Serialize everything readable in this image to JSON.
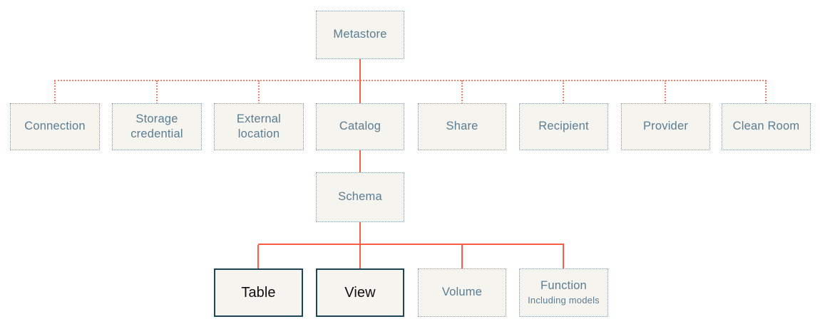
{
  "nodes": {
    "metastore": {
      "label": "Metastore"
    },
    "connection": {
      "label": "Connection"
    },
    "storage_credential": {
      "label": "Storage credential"
    },
    "external_location": {
      "label": "External location"
    },
    "catalog": {
      "label": "Catalog"
    },
    "share": {
      "label": "Share"
    },
    "recipient": {
      "label": "Recipient"
    },
    "provider": {
      "label": "Provider"
    },
    "clean_room": {
      "label": "Clean Room"
    },
    "schema": {
      "label": "Schema"
    },
    "table": {
      "label": "Table"
    },
    "view": {
      "label": "View"
    },
    "volume": {
      "label": "Volume"
    },
    "function": {
      "label": "Function",
      "sublabel": "Including models"
    }
  },
  "hierarchy": {
    "metastore_children": [
      "connection",
      "storage_credential",
      "external_location",
      "catalog",
      "share",
      "recipient",
      "provider",
      "clean_room"
    ],
    "catalog_children": [
      "schema"
    ],
    "schema_children": [
      "table",
      "view",
      "volume",
      "function"
    ]
  },
  "colors": {
    "background": "#ffffff",
    "node_fill": "#f6f4ef",
    "node_border_dotted": "#7f9aa8",
    "node_text": "#5a7d92",
    "highlight_border": "#1c4658",
    "highlight_text": "#0e0e0e",
    "connector_solid": "#fb5d45",
    "connector_dotted": "#f5826f"
  }
}
